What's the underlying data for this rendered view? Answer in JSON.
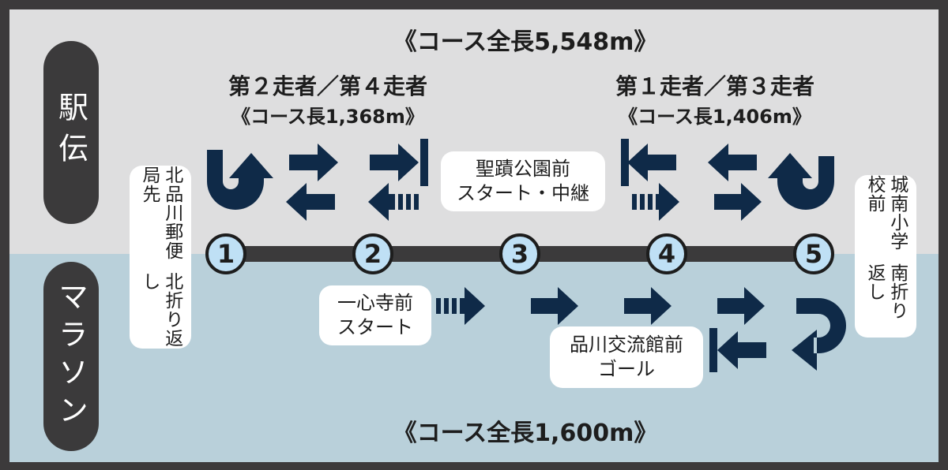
{
  "ekiden": {
    "label": "駅伝",
    "total_course": "《コース全長5,548m》",
    "left_group": {
      "runners": "第２走者／第４走者",
      "length": "《コース長1,368m》"
    },
    "right_group": {
      "runners": "第１走者／第３走者",
      "length": "《コース長1,406m》"
    },
    "start_relay": {
      "line1": "聖蹟公園前",
      "line2": "スタート・中継"
    }
  },
  "marathon": {
    "label": "マラソン",
    "total_course": "《コース全長1,600m》",
    "start": {
      "line1": "一心寺前",
      "line2": "スタート"
    },
    "goal": {
      "line1": "品川交流館前",
      "line2": "ゴール"
    }
  },
  "turnaround_north": {
    "line1": "北品川郵便局先",
    "line2": "北折り返し"
  },
  "turnaround_south": {
    "line1": "城南小学校前",
    "line2": "南折り返し"
  },
  "points": [
    "1",
    "2",
    "3",
    "4",
    "5"
  ],
  "colors": {
    "arrow": "#0f2a48",
    "point_fill": "#bfe0f5",
    "course_line": "#3b3a3b",
    "top_bg": "#dededf",
    "bottom_bg": "#b9d0da"
  }
}
